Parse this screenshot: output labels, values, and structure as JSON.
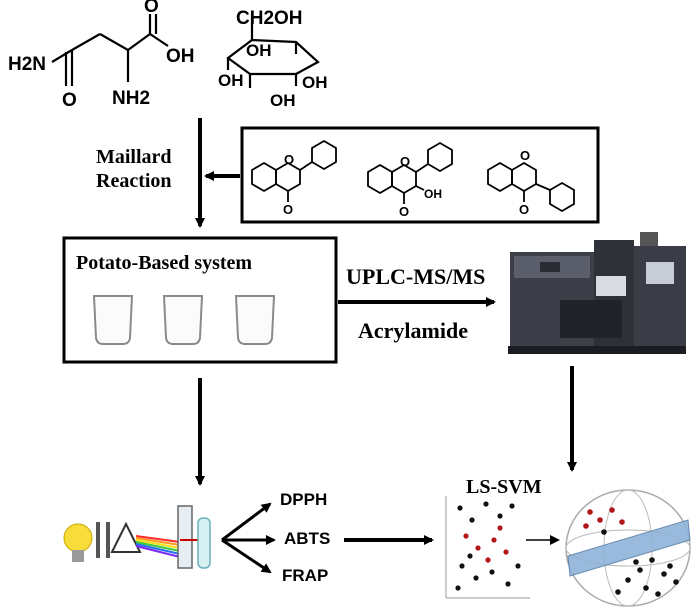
{
  "molecules": {
    "asparagine": {
      "atoms": [
        "H2N",
        "O",
        "OH",
        "O",
        "NH2"
      ]
    },
    "glucose": {
      "atoms": [
        "CH2OH",
        "OH",
        "OH",
        "OH",
        "OH"
      ]
    },
    "flavonoids": {
      "oxygen": "O",
      "hydroxyl": "OH"
    }
  },
  "labels": {
    "maillard": "Maillard",
    "reaction": "Reaction",
    "potato_system": "Potato-Based system",
    "uplc": "UPLC-MS/MS",
    "acrylamide": "Acrylamide",
    "lssvm": "LS-SVM",
    "assays": [
      "DPPH",
      "ABTS",
      "FRAP"
    ]
  },
  "colors": {
    "plane": "#8fb3d9",
    "red_points": "#b01818",
    "black_points": "#111111",
    "rainbow": [
      "#ff2a2a",
      "#ff9a1a",
      "#f2e11a",
      "#3ac93a",
      "#2a6cf2",
      "#7a2af2"
    ],
    "bulb": "#f7dc3a"
  }
}
